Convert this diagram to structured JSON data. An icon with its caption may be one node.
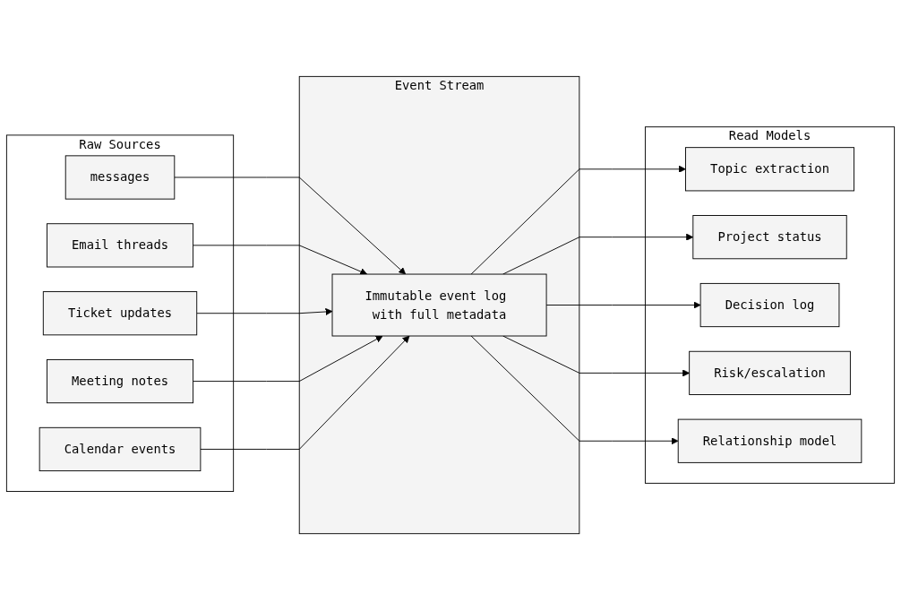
{
  "diagram": {
    "nodes": [
      {
        "text": [
          "Raw Sources"
        ]
      },
      {
        "text": [
          "messages"
        ],
        "in": 0
      },
      {
        "text": [
          "Email threads"
        ],
        "in": 0
      },
      {
        "text": [
          "Ticket updates"
        ],
        "in": 0
      },
      {
        "text": [
          "Meeting notes"
        ],
        "in": 0
      },
      {
        "text": [
          "Calendar events"
        ],
        "in": 0
      },
      {
        "text": [
          "Event Stream"
        ]
      },
      {
        "text": [
          "Immutable event log with full metadata"
        ],
        "in": 6
      },
      {
        "text": [
          "Read Models"
        ]
      },
      {
        "text": [
          "Topic extraction"
        ],
        "in": 8
      },
      {
        "text": [
          "Project status"
        ],
        "in": 8
      },
      {
        "text": [
          "Decision log"
        ],
        "in": 8
      },
      {
        "text": [
          "Risk/escalation"
        ],
        "in": 8
      },
      {
        "text": [
          "Relationship model"
        ],
        "in": 8
      }
    ],
    "edges": [
      {
        "from": 1,
        "to": 7,
        "arrow": "to"
      },
      {
        "from": 2,
        "to": 7,
        "arrow": "to"
      },
      {
        "from": 3,
        "to": 7,
        "arrow": "to"
      },
      {
        "from": 4,
        "to": 7,
        "arrow": "to"
      },
      {
        "from": 5,
        "to": 7,
        "arrow": "to"
      },
      {
        "from": 7,
        "to": 9,
        "arrow": "to"
      },
      {
        "from": 7,
        "to": 10,
        "arrow": "to"
      },
      {
        "from": 7,
        "to": 11,
        "arrow": "to"
      },
      {
        "from": 7,
        "to": 12,
        "arrow": "to"
      },
      {
        "from": 7,
        "to": 13,
        "arrow": "to"
      }
    ]
  }
}
